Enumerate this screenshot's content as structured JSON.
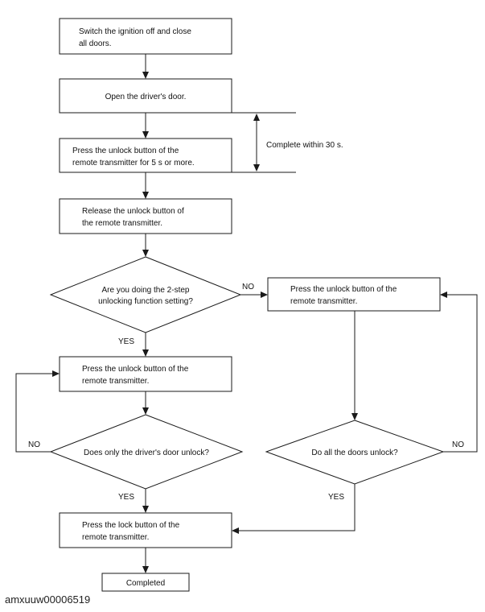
{
  "flowchart": {
    "start_box": [
      "Switch the ignition off and close",
      "all doors."
    ],
    "open_door_box": [
      "Open the driver's door."
    ],
    "press_unlock_5s_box": [
      "Press the unlock button of the",
      "remote transmitter for 5 s or more."
    ],
    "release_unlock_box": [
      "Release the unlock button of",
      "the remote transmitter."
    ],
    "two_step_decision": [
      "Are you doing the 2-step",
      "unlocking function setting?"
    ],
    "press_unlock_left_box": [
      "Press the unlock button of the",
      "remote transmitter."
    ],
    "press_unlock_right_box": [
      "Press the unlock button of the",
      "remote transmitter."
    ],
    "driver_door_decision": [
      "Does only the driver's door unlock?"
    ],
    "all_doors_decision": [
      "Do all the doors unlock?"
    ],
    "press_lock_box": [
      "Press the lock button of the",
      "remote transmitter."
    ],
    "completed_box": [
      "Completed"
    ],
    "timing_note": "Complete within 30 s.",
    "labels": {
      "two_step_no": "NO",
      "two_step_yes": "YES",
      "driver_door_no": "NO",
      "driver_door_yes": "YES",
      "all_doors_no": "NO",
      "all_doors_yes": "YES"
    }
  },
  "footer": {
    "image_code": "amxuuw00006519"
  }
}
